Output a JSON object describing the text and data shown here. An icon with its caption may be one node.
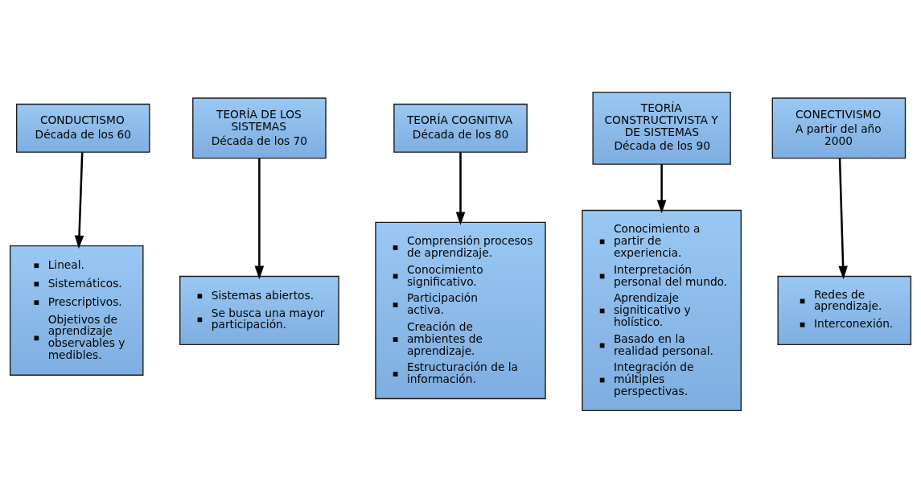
{
  "diagram": {
    "nodes": [
      {
        "text": [
          "CONDUCTISMO",
          "Década de los 60"
        ]
      },
      {
        "text": [
          "TEORÍA DE LOS SISTEMAS",
          "Década de los 70"
        ]
      },
      {
        "text": [
          "TEORÍA COGNITIVA",
          "Década de los 80"
        ]
      },
      {
        "text": [
          "TEORÍA CONSTRUCTIVISTA Y DE SISTEMAS",
          "Década de los 90"
        ]
      },
      {
        "text": [
          "CONECTIVISMO",
          "A partir del año 2000"
        ]
      },
      {
        "text": [
          "Lineal.",
          "Sistemáticos.",
          "Prescriptivos.",
          "Objetivos de aprendizaje observables y medibles."
        ]
      },
      {
        "text": [
          "Sistemas abiertos.",
          "Se busca una mayor participación."
        ]
      },
      {
        "text": [
          "Comprensión procesos de aprendizaje.",
          "Conocimiento significativo.",
          "Participación activa.",
          "Creación de ambientes de aprendizaje.",
          "Estructuración de la información."
        ]
      },
      {
        "text": [
          "Conocimiento a partir de experiencia.",
          "Interpretación personal del mundo.",
          "Aprendizaje signiticativo y holístico.",
          "Basado en la realidad personal.",
          "Integración de múltiples perspectivas."
        ]
      },
      {
        "text": [
          "Redes de aprendizaje.",
          "Interconexión."
        ]
      }
    ],
    "edges": [
      {
        "from": 0,
        "to": 5,
        "arrow": "to"
      },
      {
        "from": 1,
        "to": 6,
        "arrow": "to"
      },
      {
        "from": 2,
        "to": 7,
        "arrow": "to"
      },
      {
        "from": 3,
        "to": 8,
        "arrow": "to"
      },
      {
        "from": 4,
        "to": 9,
        "arrow": "to"
      }
    ]
  }
}
